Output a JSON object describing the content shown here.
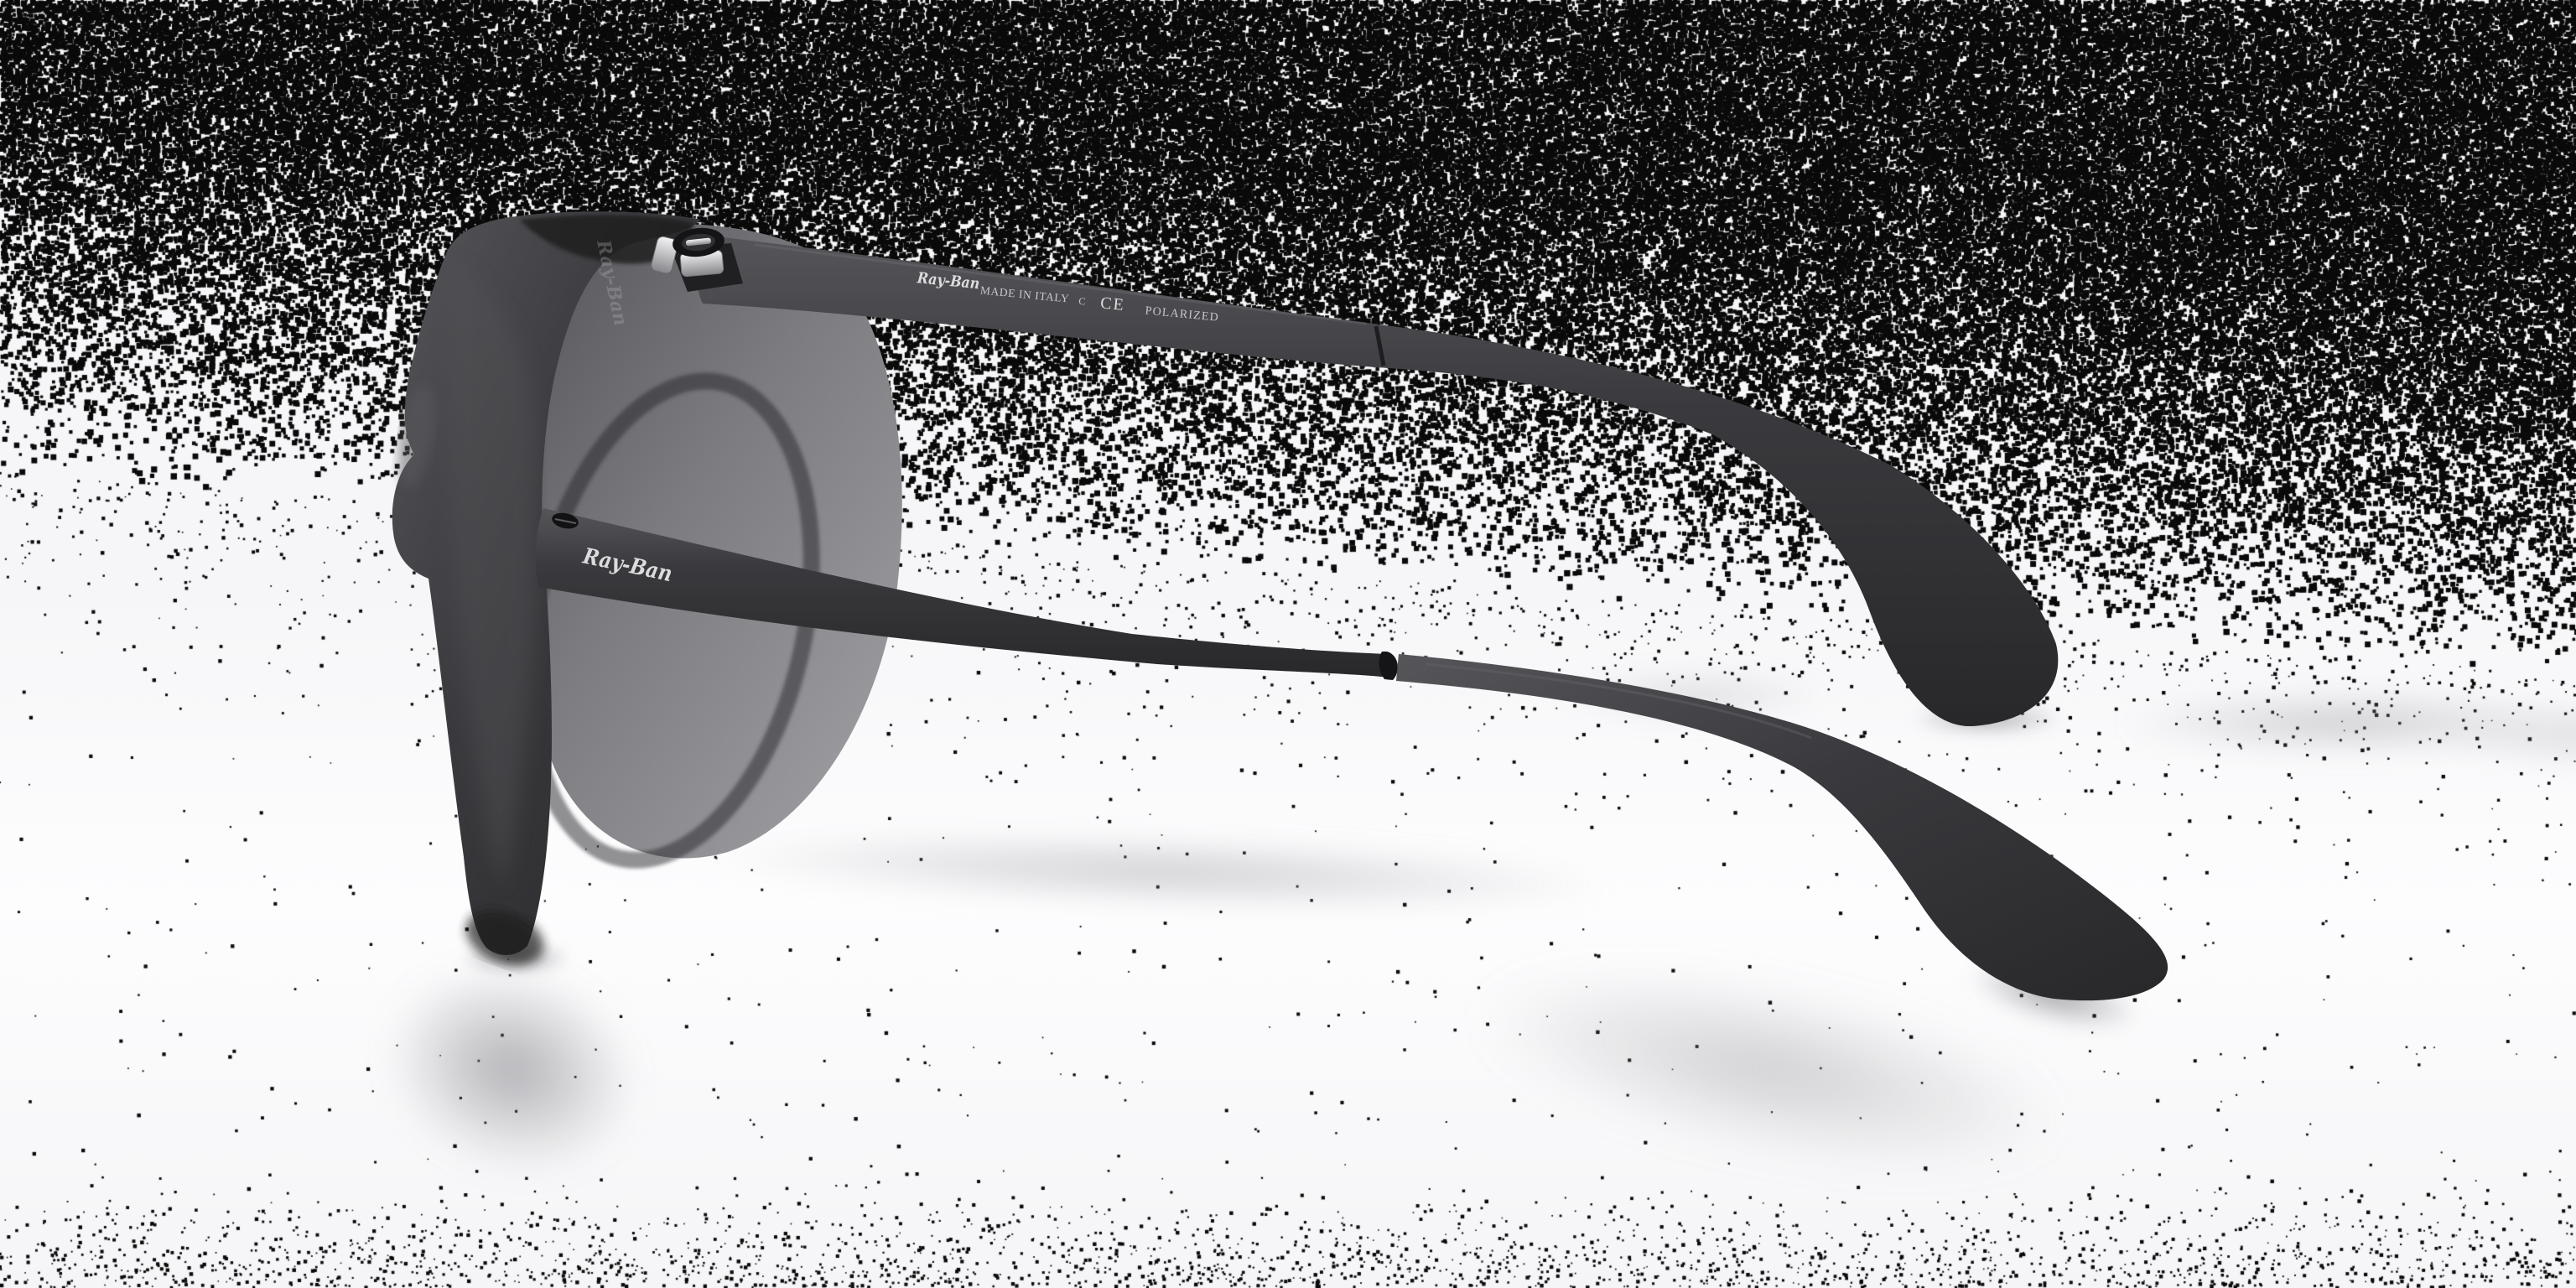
{
  "image": {
    "alt": "Matte black Ray-Ban Erika sunglasses seen from the left side, temples extended, standing on a white studio surface. Heavy black-and-white dither noise covers the top of the photo and a light black speckle band runs along the bottom edge."
  },
  "markings": {
    "temple_inner_logo": "Ray-Ban",
    "temple_inner_origin": "MADE IN ITALY",
    "temple_inner_size": "C",
    "temple_inner_ce": "CE",
    "temple_inner_lens": "POLARIZED",
    "temple_outer_logo": "Ray-Ban",
    "lens_watermark": "Ray-Ban"
  },
  "colors": {
    "noise_ink": "#0a0a0a",
    "backdrop": "#f6f6f8",
    "frame_dark": "#28282a",
    "frame_mid": "#3a3a3e",
    "frame_light": "#56565a",
    "frame_edge": "#1c1c1e",
    "lens_light": "#a0a0a4",
    "lens_mid": "#7c7c80",
    "lens_dark": "#545458",
    "metal_light": "#f3f3f5",
    "metal_dark": "#87878b",
    "marking_text": "#dcdcde",
    "marking_dim": "#c9c9cc",
    "watermark": "#b4b4b8",
    "shadow_tone": "#8c8c92"
  }
}
